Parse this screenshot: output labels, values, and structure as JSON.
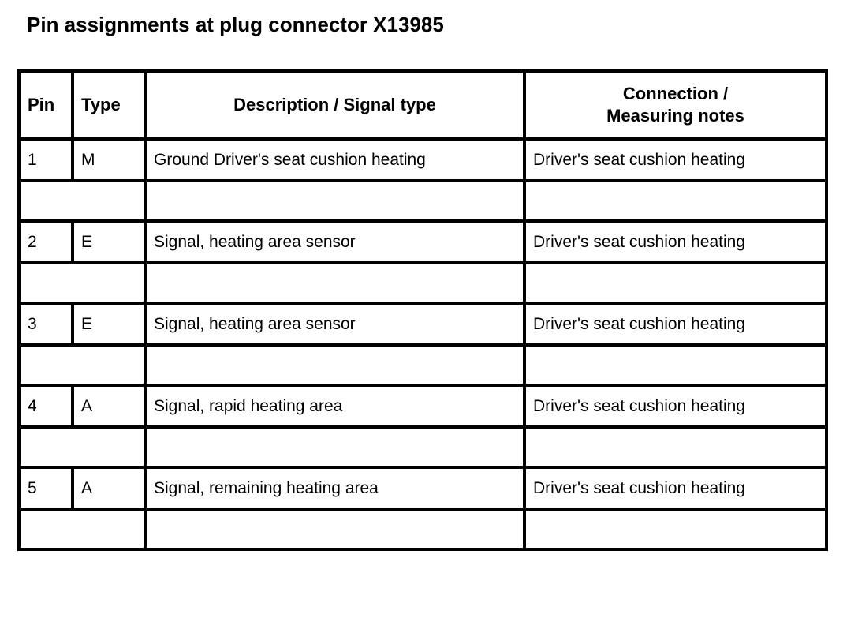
{
  "title": "Pin assignments at plug connector X13985",
  "table": {
    "headers": {
      "pin": "Pin",
      "type": "Type",
      "description": "Description / Signal type",
      "connection_line1": "Connection /",
      "connection_line2": "Measuring notes"
    },
    "rows": [
      {
        "pin": "1",
        "type": "M",
        "description": "Ground Driver's seat cushion heating",
        "connection": "Driver's seat cushion heating"
      },
      {
        "pin": "2",
        "type": "E",
        "description": "Signal, heating area sensor",
        "connection": "Driver's seat cushion heating"
      },
      {
        "pin": "3",
        "type": "E",
        "description": "Signal, heating area sensor",
        "connection": "Driver's seat cushion heating"
      },
      {
        "pin": "4",
        "type": "A",
        "description": "Signal, rapid heating area",
        "connection": "Driver's seat cushion heating"
      },
      {
        "pin": "5",
        "type": "A",
        "description": "Signal, remaining heating area",
        "connection": "Driver's seat cushion heating"
      }
    ],
    "spacer_rows": [
      {
        "merged": "",
        "description": "",
        "connection": ""
      },
      {
        "merged": "",
        "description": "",
        "connection": ""
      },
      {
        "merged": "",
        "description": "",
        "connection": ""
      },
      {
        "merged": "",
        "description": "",
        "connection": ""
      },
      {
        "merged": "",
        "description": "",
        "connection": ""
      }
    ]
  },
  "colors": {
    "border": "#000000",
    "text": "#000000",
    "background": "#ffffff"
  }
}
